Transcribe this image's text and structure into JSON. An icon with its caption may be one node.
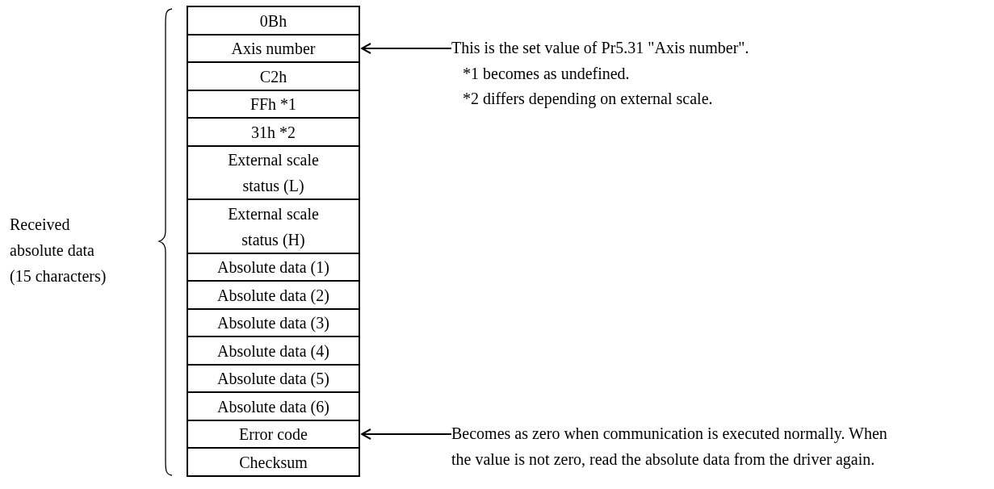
{
  "diagram": {
    "nodes": [
      {
        "text": [
          "0Bh"
        ]
      },
      {
        "text": [
          "Axis number"
        ]
      },
      {
        "text": [
          "C2h"
        ]
      },
      {
        "text": [
          "FFh *1"
        ]
      },
      {
        "text": [
          "31h *2"
        ]
      },
      {
        "text": [
          "External scale status (L)"
        ]
      },
      {
        "text": [
          "External scale status (H)"
        ]
      },
      {
        "text": [
          "Absolute data (1)"
        ]
      },
      {
        "text": [
          "Absolute data (2)"
        ]
      },
      {
        "text": [
          "Absolute data (3)"
        ]
      },
      {
        "text": [
          "Absolute data (4)"
        ]
      },
      {
        "text": [
          "Absolute data (5)"
        ]
      },
      {
        "text": [
          "Absolute data (6)"
        ]
      },
      {
        "text": [
          "Error code"
        ]
      },
      {
        "text": [
          "Checksum"
        ]
      },
      {
        "text": [
          "This is the set value of Pr5.31 \"Axis number\"."
        ]
      },
      {
        "text": [
          "Becomes as zero when communication is executed normally. When the value is not zero, read the absolute data from the driver again."
        ]
      }
    ],
    "edges": [
      {
        "from": 15,
        "to": 1,
        "arrow": "to"
      },
      {
        "from": 16,
        "to": 13,
        "arrow": "to"
      }
    ],
    "labels": [
      "Received absolute data (15 characters)",
      "*1 becomes as undefined.",
      "*2 differs depending on external scale."
    ]
  }
}
